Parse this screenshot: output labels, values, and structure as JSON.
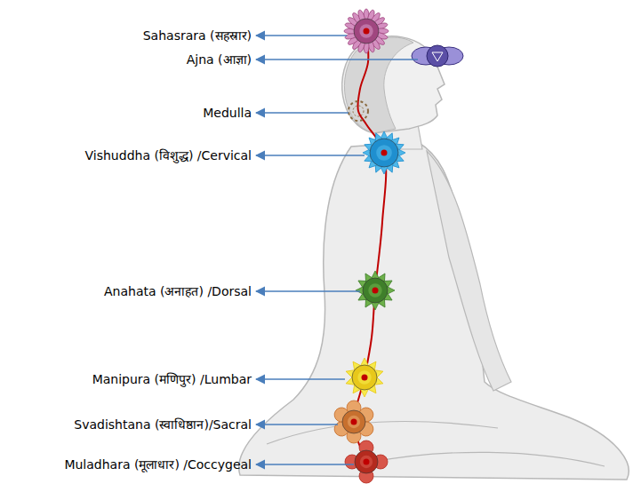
{
  "diagram": {
    "labels": [
      "Sahasrara (सहस्रार)",
      "Ajna (आज्ञा)",
      "Medulla",
      "Vishuddha (विशुद्ध) /Cervical",
      "Anahata (अनाहत) /Dorsal",
      "Manipura (मणिपुर) /Lumbar",
      "Svadishtana (स्वाधिष्ठान)/Sacral",
      "Muladhara (मूलाधार) /Coccygeal"
    ]
  }
}
